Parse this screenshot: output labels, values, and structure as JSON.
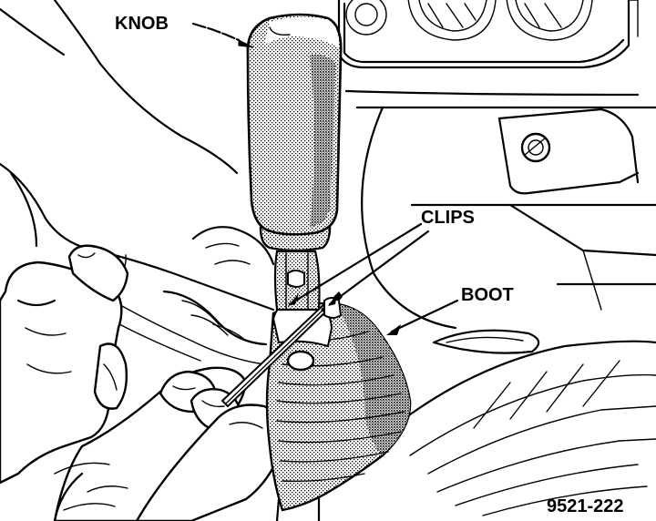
{
  "labels": {
    "knob": "KNOB",
    "clips": "CLIPS",
    "boot": "BOOT",
    "figure_number": "9521-222"
  },
  "colors": {
    "ink": "#000000",
    "paper": "#ffffff"
  }
}
